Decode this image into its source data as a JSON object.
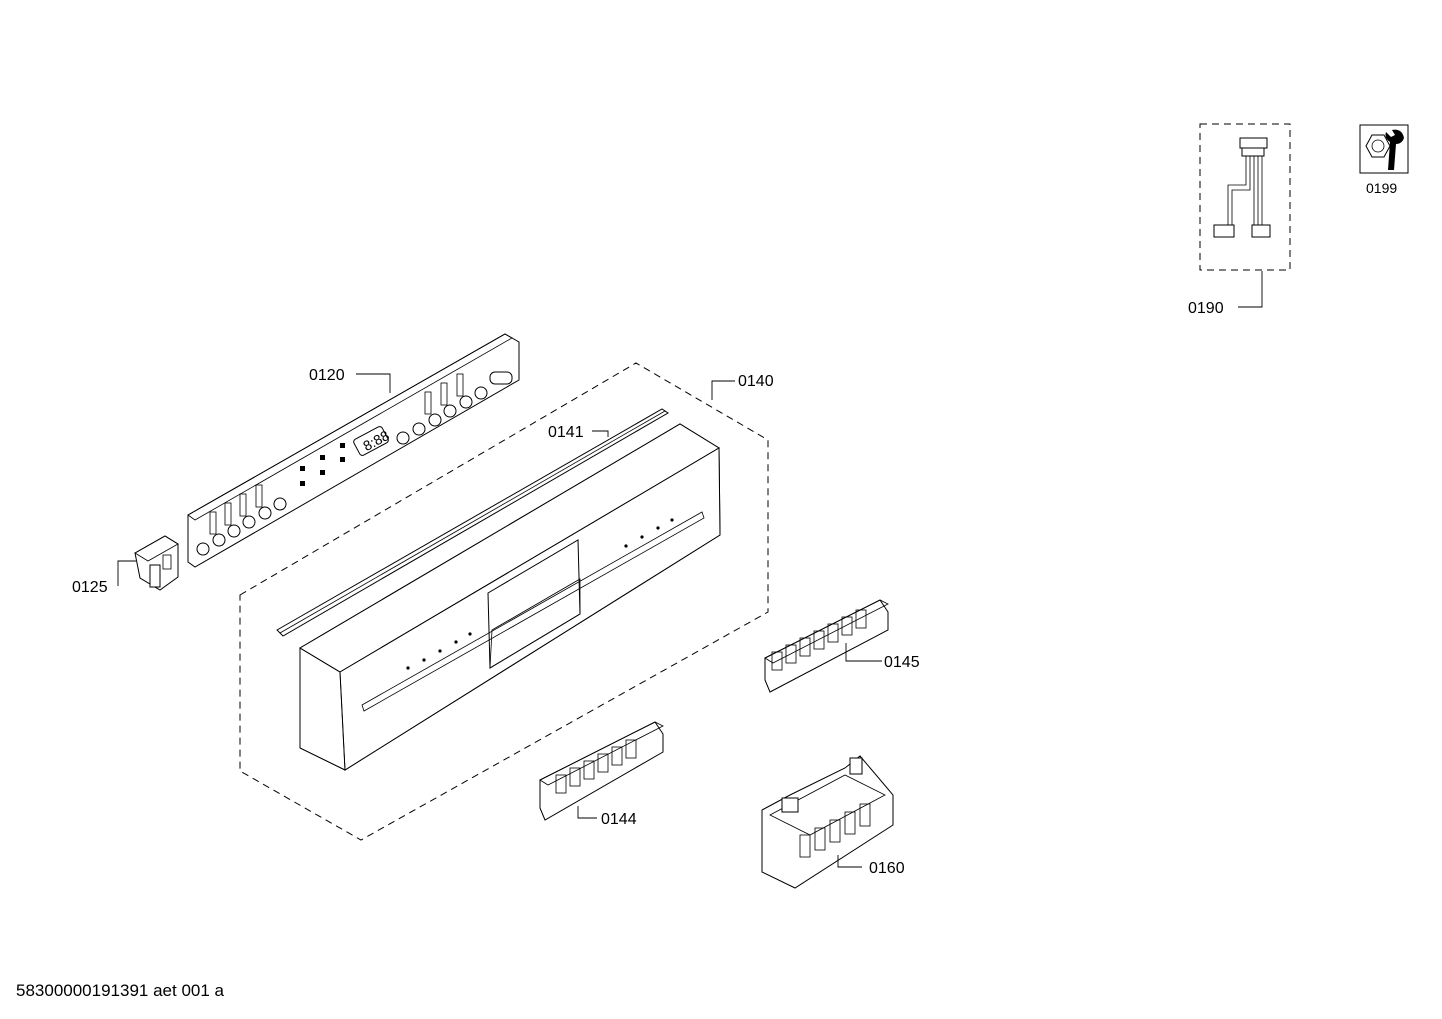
{
  "labels": {
    "p0120": "0120",
    "p0125": "0125",
    "p0140": "0140",
    "p0141": "0141",
    "p0144": "0144",
    "p0145": "0145",
    "p0160": "0160",
    "p0190": "0190",
    "p0199": "0199"
  },
  "footer": "58300000191391 aet 001 a",
  "icons": {
    "service": "wrench-nut-icon"
  }
}
